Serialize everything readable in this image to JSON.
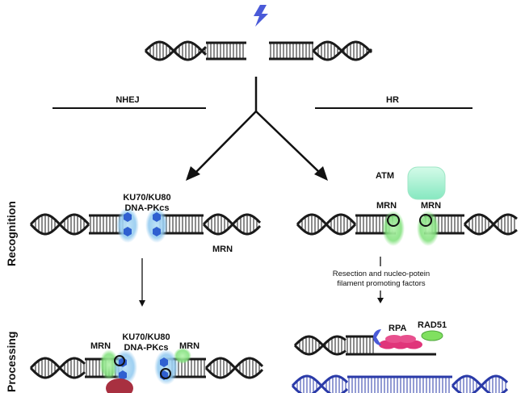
{
  "pathways": {
    "left": "NHEJ",
    "right": "HR"
  },
  "stages": {
    "recognition": "Recognition",
    "processing": "Processing"
  },
  "labels": {
    "ku_recognition_1": "KU70/KU80",
    "ku_recognition_2": "DNA-PKcs",
    "mrn_left_recognition": "MRN",
    "atm": "ATM",
    "mrn_right_1": "MRN",
    "mrn_right_2": "MRN",
    "resection_line1": "Resection and nucleo-potein",
    "resection_line2": "filament promoting factors",
    "mrn_processing_left": "MRN",
    "ku_processing_1": "KU70/KU80",
    "ku_processing_2": "DNA-PKcs",
    "mrn_processing_right": "MRN",
    "rpa": "RPA",
    "rad51": "RAD51"
  },
  "icons": {
    "break": "lightning-bolt-icon"
  },
  "colors": {
    "dna": "#1a1a1a",
    "template_dna": "#2a3aa8",
    "ku": "#2f5fd0",
    "dnapkcs_glow": "#8fc8ef",
    "mrn": "#7fe07a",
    "atm": "#a8f0d0",
    "rpa": "#e0357a",
    "rad51": "#80e060",
    "purple_accent": "#4a5ad8",
    "artemis": "#a83040"
  }
}
